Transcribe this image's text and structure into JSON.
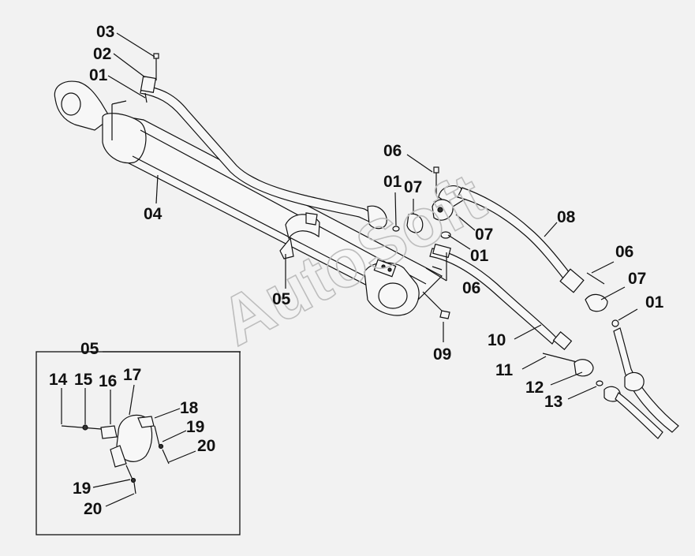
{
  "watermark": "AutoSoft",
  "labels": {
    "l03": "03",
    "l02": "02",
    "l01a": "01",
    "l04": "04",
    "l06a": "06",
    "l01b": "01",
    "l07a": "07",
    "l08": "08",
    "l07b": "07",
    "l01c": "01",
    "l06b": "06",
    "l05": "05",
    "l09": "09",
    "l06c": "06",
    "l07c": "07",
    "l01d": "01",
    "l10": "10",
    "l11": "11",
    "l12": "12",
    "l13": "13",
    "inset_title": "05",
    "l14": "14",
    "l15": "15",
    "l16": "16",
    "l17": "17",
    "l18": "18",
    "l19a": "19",
    "l20a": "20",
    "l19b": "19",
    "l20b": "20"
  }
}
